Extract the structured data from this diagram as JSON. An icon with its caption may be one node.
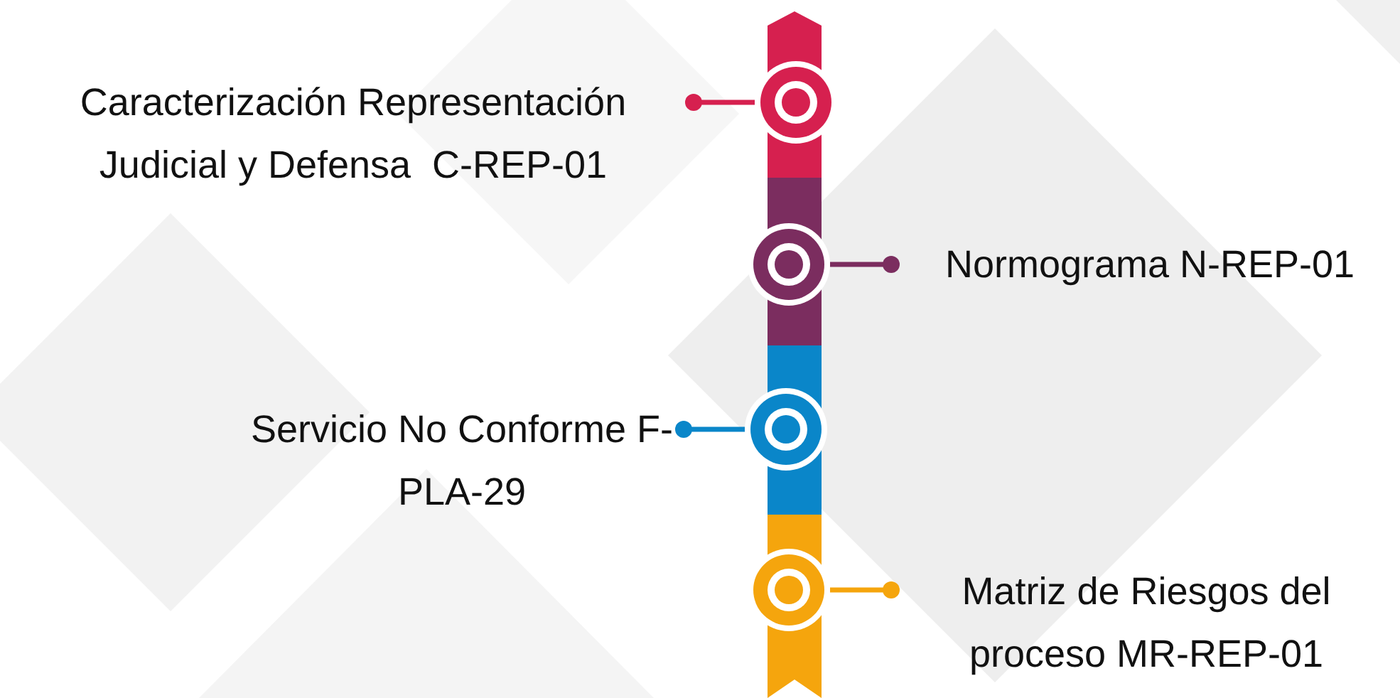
{
  "diagram": {
    "nodes": [
      {
        "text": [
          "Caracterización Representación Judicial y Defensa  C-REP-01"
        ]
      },
      {
        "text": [],
        "shape": "circle"
      },
      {
        "text": [],
        "shape": "circle"
      },
      {
        "text": [
          "Normograma N-REP-01"
        ]
      },
      {
        "text": [
          "Servicio No Conforme F-PLA-29"
        ]
      },
      {
        "text": [],
        "shape": "circle"
      },
      {
        "text": [],
        "shape": "circle"
      },
      {
        "text": [
          "Matriz de Riesgos del proceso MR-REP-01"
        ]
      }
    ],
    "edges": [
      {
        "from": 1,
        "to": 0,
        "arrow": "other",
        "color": "#d6204f"
      },
      {
        "from": 2,
        "to": 3,
        "arrow": "other",
        "color": "#7b2d5f"
      },
      {
        "from": 5,
        "to": 4,
        "arrow": "other",
        "color": "#0a86c9"
      },
      {
        "from": 6,
        "to": 7,
        "arrow": "other",
        "color": "#f5a50d"
      }
    ]
  }
}
